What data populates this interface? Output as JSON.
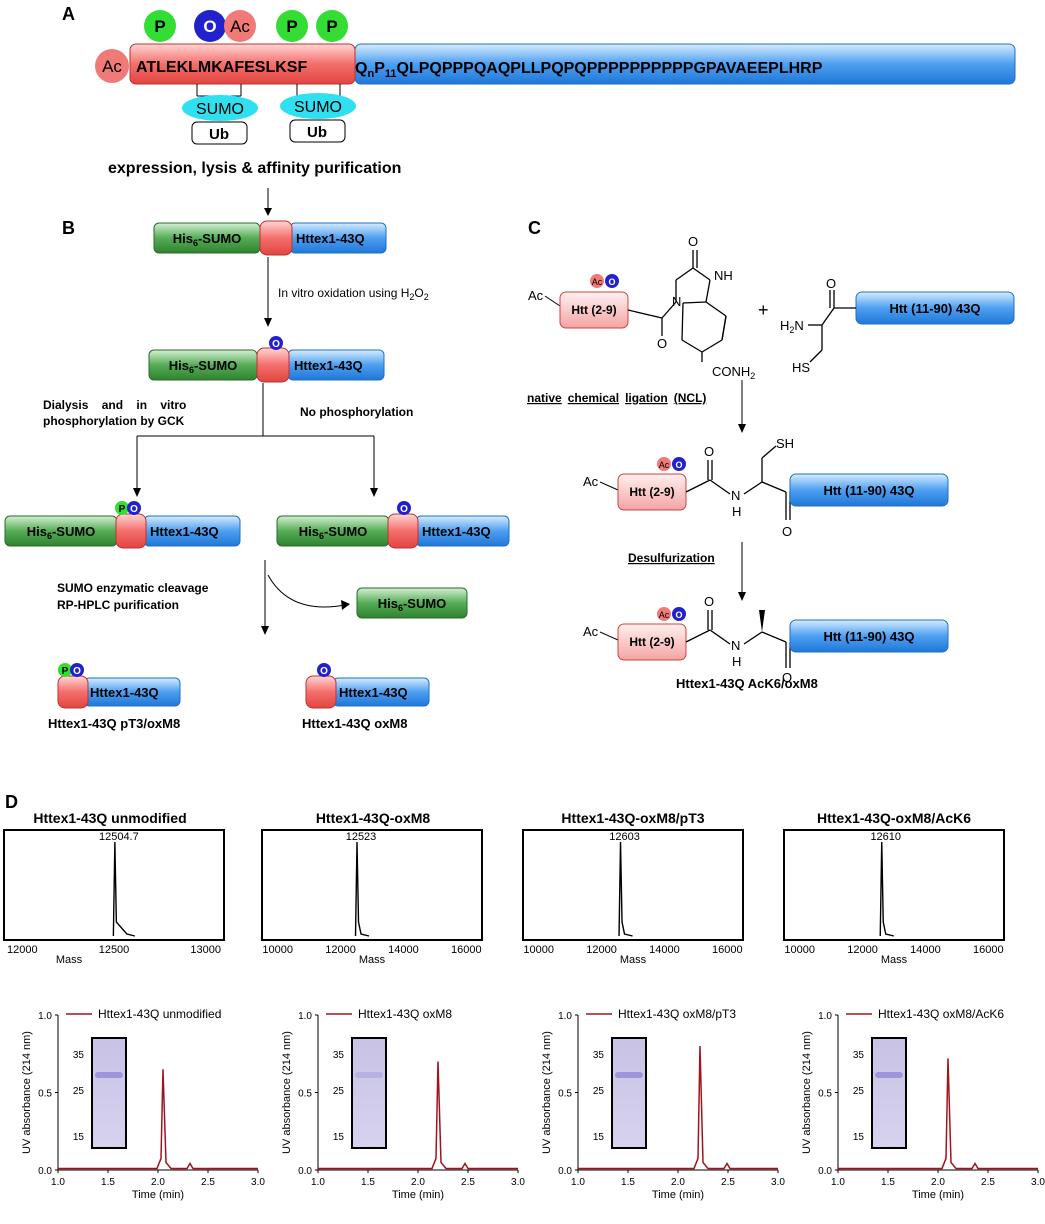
{
  "panels": {
    "a": "A",
    "b": "B",
    "c": "C",
    "d": "D"
  },
  "panelA": {
    "pre_text": "ATLEKLMKAFESLKSF",
    "q_text": "Q",
    "q_sub": "n",
    "p_text": "P",
    "p_sub": "11",
    "post_text": "QLPQPPPQAQPLLPQPQPPPPPPPPPPGPAVAEEPLHRP",
    "badges": {
      "ac_n": "Ac",
      "p1": "P",
      "o": "O",
      "ac_k": "Ac",
      "p2": "P",
      "p3": "P"
    },
    "sumo": [
      "SUMO",
      "SUMO"
    ],
    "ub": [
      "Ub",
      "Ub"
    ],
    "caption": "expression, lysis & affinity purification"
  },
  "panelB": {
    "his_label": "His",
    "his_sub": "6",
    "his_tail": "-SUMO",
    "httex": "Httex1-43Q",
    "step1": "In vitro oxidation using H",
    "step1_sub": "2",
    "step1_mid": "O",
    "step1_sub2": "2",
    "dialysis_l1": "Dialysis    and    in    vitro",
    "dialysis_l2": "phosphorylation by GCK",
    "no_phos": "No phosphorylation",
    "cleave_l1": "SUMO enzymatic cleavage",
    "cleave_l2": "RP-HPLC purification",
    "prod_left": "Httex1-43Q pT3/oxM8",
    "prod_right": "Httex1-43Q oxM8",
    "badge_o": "O",
    "badge_p": "P"
  },
  "panelC": {
    "htt29": "Htt (2-9)",
    "htt1190": "Htt (11-90) 43Q",
    "ac": "Ac",
    "nh": "NH",
    "o": "O",
    "n": "N",
    "conh2": "CONH",
    "conh2_sub": "2",
    "plus": "+",
    "h2n": "H",
    "h2n_sub": "2",
    "h2n_tail": "N",
    "hs": "HS",
    "sh": "SH",
    "h": "H",
    "ncl_words": [
      "native",
      "chemical",
      "ligation",
      "(NCL)"
    ],
    "desulf": "Desulfurization",
    "product": "Httex1-43Q AcK6/oxM8",
    "badge_ac": "Ac",
    "badge_o": "O"
  },
  "panelD": {
    "ms_xlabel": "Mass",
    "uv_ylabel": "UV absorbance (214 nm)",
    "uv_xlabel": "Time (min)",
    "ms": [
      {
        "title": "Httex1-43Q unmodified",
        "peak": "12504.7",
        "ticks": [
          "12000",
          "12500",
          "13000"
        ]
      },
      {
        "title": "Httex1-43Q-oxM8",
        "peak": "12523",
        "ticks": [
          "10000",
          "12000",
          "14000",
          "16000"
        ]
      },
      {
        "title": "Httex1-43Q-oxM8/pT3",
        "peak": "12603",
        "ticks": [
          "10000",
          "12000",
          "14000",
          "16000"
        ]
      },
      {
        "title": "Httex1-43Q-oxM8/AcK6",
        "peak": "12610",
        "ticks": [
          "10000",
          "12000",
          "14000",
          "16000"
        ]
      }
    ],
    "uv": [
      {
        "legend": "Httex1-43Q unmodified"
      },
      {
        "legend": "Httex1-43Q oxM8"
      },
      {
        "legend": "Httex1-43Q oxM8/pT3"
      },
      {
        "legend": "Httex1-43Q oxM8/AcK6"
      }
    ],
    "gel_markers": [
      "35",
      "25",
      "15"
    ],
    "uv_yticks": [
      "1.0",
      "0.5",
      "0.0"
    ],
    "uv_xticks": [
      "1.0",
      "1.5",
      "2.0",
      "2.5",
      "3.0"
    ]
  },
  "chart_data": [
    {
      "type": "line",
      "title": "Httex1-43Q unmodified",
      "xlabel": "Mass",
      "xlim": [
        11900,
        13100
      ],
      "peaks": [
        {
          "x": 12504.7,
          "label": "12504.7"
        }
      ]
    },
    {
      "type": "line",
      "title": "Httex1-43Q-oxM8",
      "xlabel": "Mass",
      "xlim": [
        9500,
        16500
      ],
      "peaks": [
        {
          "x": 12523,
          "label": "12523"
        }
      ]
    },
    {
      "type": "line",
      "title": "Httex1-43Q-oxM8/pT3",
      "xlabel": "Mass",
      "xlim": [
        9500,
        16500
      ],
      "peaks": [
        {
          "x": 12603,
          "label": "12603"
        }
      ]
    },
    {
      "type": "line",
      "title": "Httex1-43Q-oxM8/AcK6",
      "xlabel": "Mass",
      "xlim": [
        9500,
        16500
      ],
      "peaks": [
        {
          "x": 12610,
          "label": "12610"
        }
      ]
    },
    {
      "type": "line",
      "series": [
        {
          "name": "Httex1-43Q unmodified",
          "peak_x": 2.05,
          "peak_y": 0.65
        }
      ],
      "xlabel": "Time (min)",
      "ylabel": "UV absorbance (214 nm)",
      "xlim": [
        1.0,
        3.0
      ],
      "ylim": [
        0.0,
        1.0
      ]
    },
    {
      "type": "line",
      "series": [
        {
          "name": "Httex1-43Q oxM8",
          "peak_x": 2.2,
          "peak_y": 0.7
        }
      ],
      "xlabel": "Time (min)",
      "ylabel": "UV absorbance (214 nm)",
      "xlim": [
        1.0,
        3.0
      ],
      "ylim": [
        0.0,
        1.0
      ]
    },
    {
      "type": "line",
      "series": [
        {
          "name": "Httex1-43Q oxM8/pT3",
          "peak_x": 2.22,
          "peak_y": 0.8
        }
      ],
      "xlabel": "Time (min)",
      "ylabel": "UV absorbance (214 nm)",
      "xlim": [
        1.0,
        3.0
      ],
      "ylim": [
        0.0,
        1.0
      ]
    },
    {
      "type": "line",
      "series": [
        {
          "name": "Httex1-43Q oxM8/AcK6",
          "peak_x": 2.1,
          "peak_y": 0.72
        }
      ],
      "xlabel": "Time (min)",
      "ylabel": "UV absorbance (214 nm)",
      "xlim": [
        1.0,
        3.0
      ],
      "ylim": [
        0.0,
        1.0
      ]
    }
  ],
  "colors": {
    "red": "#f07a78",
    "blue": "#3f8fe0",
    "green": "#3f8f3f",
    "sumo": "#2fe0f0",
    "badge_green": "#33dd33",
    "badge_blue": "#2222cc",
    "trace": "#a0141e"
  }
}
